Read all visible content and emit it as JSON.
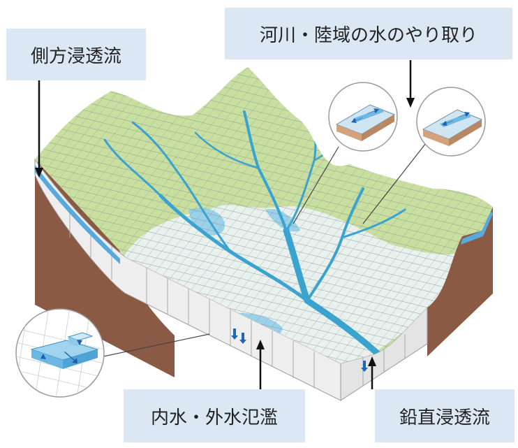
{
  "labels": {
    "lateral_seepage": "側方浸透流",
    "river_land_exchange": "河川・陸域の水のやり取り",
    "flooding": "内水・外水氾濫",
    "vertical_seepage": "鉛直浸透流"
  },
  "colors": {
    "label_bg": "#dbe7f3",
    "terrain_green": "#c9dfa0",
    "floodplain": "#e8f1ee",
    "river": "#3aa3cf",
    "water_light": "#8dcbe8",
    "soil": "#8a5a44",
    "slab": "#eeeeee",
    "grid_line": "#7d8a8f",
    "arrow": "#111111"
  },
  "icons": [
    "lateral-flow-arrows-icon",
    "exchange-detail-icon",
    "flood-detail-icon",
    "vertical-flow-arrows-icon"
  ]
}
